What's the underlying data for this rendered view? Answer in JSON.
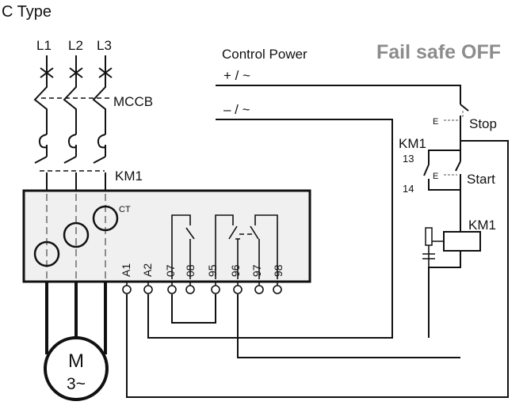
{
  "title": "C Type",
  "fail_safe": "Fail safe OFF",
  "phases": [
    "L1",
    "L2",
    "L3"
  ],
  "breaker_label": "MCCB",
  "contactor_label": "KM1",
  "ct_label": "CT",
  "control_power": {
    "label": "Control Power",
    "plus": "+ / ~",
    "minus": "– / ~"
  },
  "terminals": [
    "A1",
    "A2",
    "07",
    "08",
    "95",
    "96",
    "97",
    "98"
  ],
  "stop_label": "Stop",
  "start_label": "Start",
  "aux_contact": {
    "label": "KM1",
    "top": "13",
    "bottom": "14"
  },
  "coil_label": "KM1",
  "button_actuator": "E",
  "motor": {
    "symbol": "M",
    "phase": "3~"
  }
}
